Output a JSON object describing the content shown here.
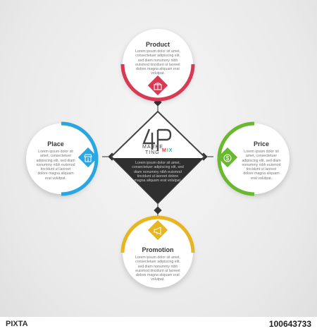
{
  "diagram": {
    "center": {
      "logo_number": "4",
      "logo_letter": "P",
      "label_line1": "MARKE",
      "label_line2": "TING",
      "mix_letters": [
        "M",
        "I",
        "X"
      ],
      "body": "Lorem ipsum dolor sit amet, consectetuer adipiscing elit, sed diam nonummy nibh euismod tincidunt ut laoreet dolore magna aliquam erat volutpat."
    },
    "cards": {
      "product": {
        "title": "Product",
        "body": "Lorem ipsum dolor sit amet, consectetuer adipiscing elit, sed diam nonummy nibh euismod tincidunt ut laoreet dolore magna aliquam erat volutpat.",
        "color": "#d63a55",
        "icon": "box-icon"
      },
      "place": {
        "title": "Place",
        "body": "Lorem ipsum dolor sit amet, consectetuer adipiscing elit, sed diam nonummy nibh euismod tincidunt ut laoreet dolore magna aliquam erat volutpat.",
        "color": "#2aa6e0",
        "icon": "shop-icon"
      },
      "price": {
        "title": "Price",
        "body": "Lorem ipsum dolor sit amet, consectetuer adipiscing elit, sed diam nonummy nibh euismod tincidunt ut laoreet dolore magna aliquam erat volutpat.",
        "color": "#6ab82f",
        "icon": "money-icon"
      },
      "promotion": {
        "title": "Promotion",
        "body": "Lorem ipsum dolor sit amet, consectetuer adipiscing elit, sed diam nonummy nibh euismod tincidunt ut laoreet dolore magna aliquam erat volutpat.",
        "color": "#e7b520",
        "icon": "megaphone-icon"
      }
    }
  },
  "footer": {
    "logo_text": "PIXTA",
    "image_id": "100643733"
  }
}
